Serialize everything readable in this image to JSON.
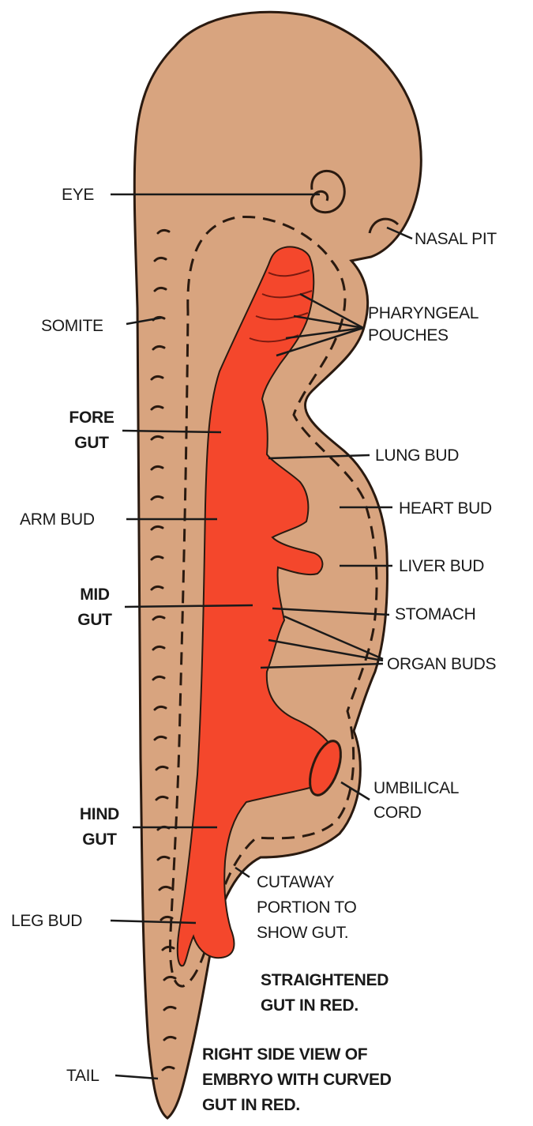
{
  "diagram": {
    "colors": {
      "body": "#D8A47F",
      "gut": "#F4472C",
      "ink": "#1a1a1a"
    },
    "labels": {
      "eye": "EYE",
      "nasal_pit": "NASAL PIT",
      "somite": "SOMITE",
      "pharyngeal_pouches_1": "PHARYNGEAL",
      "pharyngeal_pouches_2": "POUCHES",
      "fore_gut_1": "FORE",
      "fore_gut_2": "GUT",
      "lung_bud": "LUNG BUD",
      "arm_bud": "ARM BUD",
      "heart_bud": "HEART BUD",
      "liver_bud": "LIVER BUD",
      "mid_gut_1": "MID",
      "mid_gut_2": "GUT",
      "stomach": "STOMACH",
      "organ_buds": "ORGAN BUDS",
      "umbilical_cord_1": "UMBILICAL",
      "umbilical_cord_2": "CORD",
      "hind_gut_1": "HIND",
      "hind_gut_2": "GUT",
      "cutaway_1": "CUTAWAY",
      "cutaway_2": "PORTION TO",
      "cutaway_3": "SHOW GUT.",
      "leg_bud": "LEG BUD",
      "straightened_1": "STRAIGHTENED",
      "straightened_2": "GUT IN RED.",
      "tail": "TAIL",
      "caption_1": "RIGHT SIDE VIEW OF",
      "caption_2": "EMBRYO WITH CURVED",
      "caption_3": "GUT IN RED."
    }
  }
}
